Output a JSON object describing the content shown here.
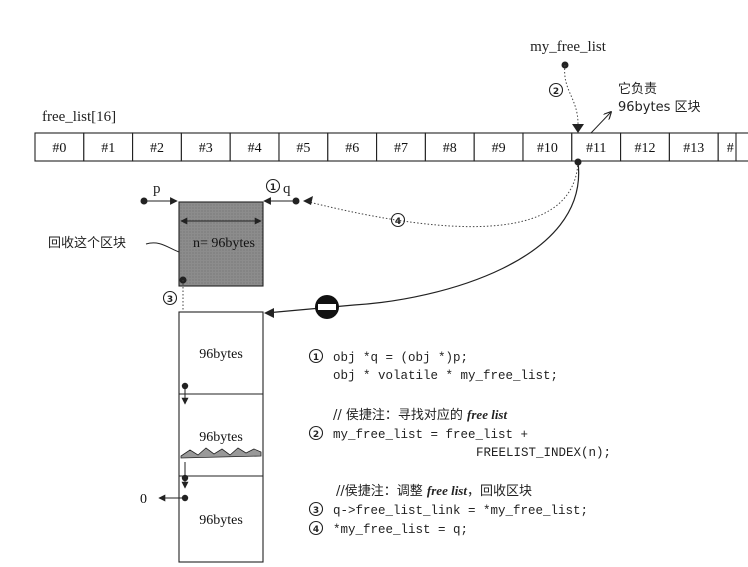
{
  "array": {
    "label": "free_list[16]",
    "cells": [
      "#0",
      "#1",
      "#2",
      "#3",
      "#4",
      "#5",
      "#6",
      "#7",
      "#8",
      "#9",
      "#10",
      "#11",
      "#12",
      "#13",
      "#"
    ]
  },
  "pointer": {
    "my_free_list": "my_free_list",
    "responsible_line1": "它负责",
    "responsible_line2": "96bytes 区块",
    "p": "p",
    "q": "q",
    "null_value": "0"
  },
  "block": {
    "size_label": "n= 96bytes",
    "reclaim_label": "回收这个区块",
    "chunk_labels": [
      "96bytes",
      "96bytes",
      "96bytes"
    ]
  },
  "markers": {
    "m1": "①",
    "m2": "②",
    "m3": "③",
    "m4": "④"
  },
  "code": {
    "line1": "obj *q = (obj *)p;",
    "line2": "obj * volatile * my_free_list;",
    "comment2_prefix": "// 侯捷注：寻找对应的 ",
    "comment2_em": "free list",
    "line3": "my_free_list = free_list +",
    "line4": "FREELIST_INDEX(n);",
    "comment3_prefix": "//侯捷注：调整 ",
    "comment3_em": "free list",
    "comment3_suffix": "，回收区块",
    "line5": "q->free_list_link = *my_free_list;",
    "line6": "*my_free_list = q;"
  }
}
